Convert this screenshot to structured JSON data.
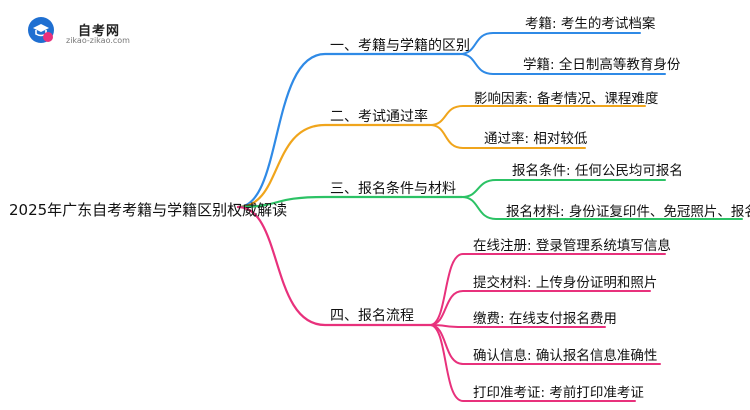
{
  "logo": {
    "title": "自考网",
    "url": "zikao-zikao.com"
  },
  "root": {
    "label": "2025年广东自考考籍与学籍区别权威解读"
  },
  "colors": {
    "blue": "#2f8ae6",
    "orange": "#f0a51c",
    "green": "#2cc265",
    "pink": "#e8317c"
  },
  "branches": [
    {
      "label": "一、考籍与学籍的区别",
      "color": "blue",
      "leaves": [
        "考籍: 考生的考试档案",
        "学籍: 全日制高等教育身份"
      ]
    },
    {
      "label": "二、考试通过率",
      "color": "orange",
      "leaves": [
        "影响因素: 备考情况、课程难度",
        "通过率: 相对较低"
      ]
    },
    {
      "label": "三、报名条件与材料",
      "color": "green",
      "leaves": [
        "报名条件: 任何公民均可报名",
        "报名材料: 身份证复印件、免冠照片、报名表"
      ]
    },
    {
      "label": "四、报名流程",
      "color": "pink",
      "leaves": [
        "在线注册: 登录管理系统填写信息",
        "提交材料: 上传身份证明和照片",
        "缴费: 在线支付报名费用",
        "确认信息: 确认报名信息准确性",
        "打印准考证: 考前打印准考证"
      ]
    }
  ]
}
